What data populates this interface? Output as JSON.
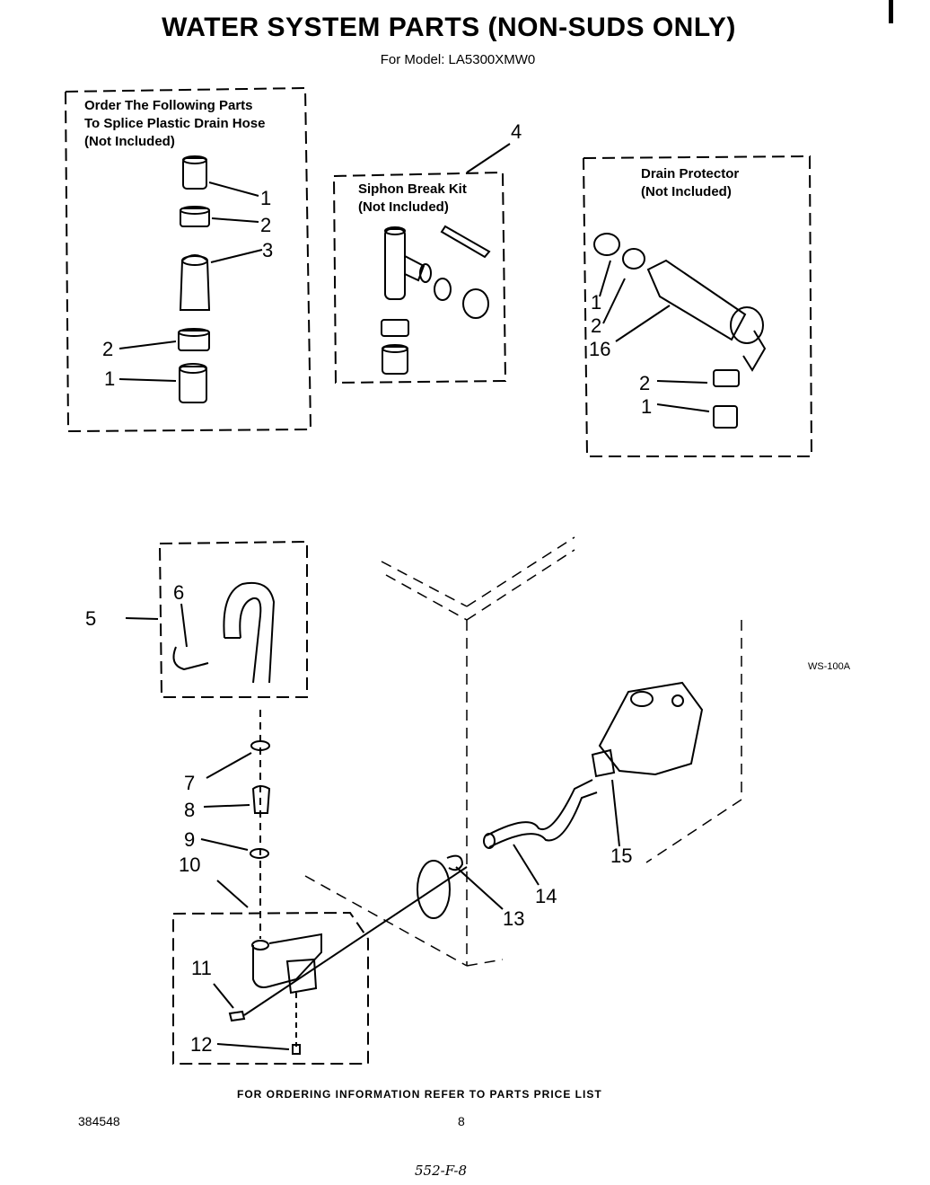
{
  "header": {
    "title": "WATER SYSTEM PARTS  (NON-SUDS ONLY)",
    "model": "For Model: LA5300XMW0"
  },
  "boxes": {
    "splice": {
      "line1": "Order The Following Parts",
      "line2": "To Splice Plastic Drain Hose",
      "line3": "(Not Included)"
    },
    "siphon": {
      "line1": "Siphon Break Kit",
      "line2": "(Not Included)"
    },
    "drain": {
      "line1": "Drain Protector",
      "line2": "(Not Included)"
    }
  },
  "callouts": {
    "c1a": "1",
    "c2a": "2",
    "c3a": "3",
    "c2b": "2",
    "c1b": "1",
    "c4": "4",
    "c1c": "1",
    "c2c": "2",
    "c16": "16",
    "c2d": "2",
    "c1d": "1",
    "c5": "5",
    "c6": "6",
    "c7": "7",
    "c8": "8",
    "c9": "9",
    "c10": "10",
    "c11": "11",
    "c12": "12",
    "c13": "13",
    "c14": "14",
    "c15": "15"
  },
  "code": "WS-100A",
  "footer": {
    "ordering": "FOR ORDERING INFORMATION REFER TO PARTS PRICE LIST",
    "doc_number": "384548",
    "page": "8",
    "handwritten": "552-F-8"
  }
}
